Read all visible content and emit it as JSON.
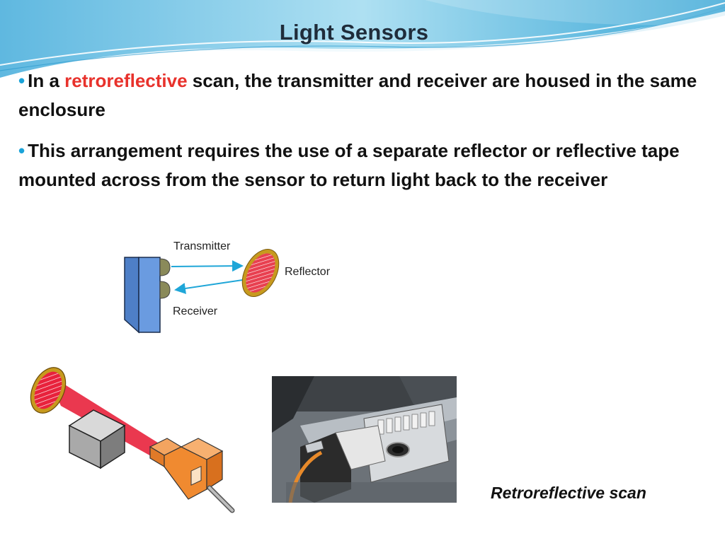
{
  "slide": {
    "title": "Light Sensors",
    "bullets": [
      {
        "before": "In a ",
        "highlight": "retroreflective",
        "after": " scan, the transmitter and receiver are housed in the same enclosure"
      },
      {
        "text": "This arrangement requires the use of a separate reflector or reflective tape mounted across from the sensor to return light back to the receiver"
      }
    ],
    "bullet_symbol": "•"
  },
  "diagram": {
    "transmitter_label": "Transmitter",
    "reflector_label": "Reflector",
    "receiver_label": "Receiver"
  },
  "caption": "Retroreflective scan",
  "colors": {
    "accent": "#e8322c",
    "bullet": "#1aa3d9",
    "sensor_body": "#6a9be0",
    "beam_line": "#1fa6d8",
    "reflector_fill": "#e84050",
    "reflector_rim": "#c79a1e",
    "sensor_orange": "#f08a30",
    "beam_red": "#e8223c"
  }
}
